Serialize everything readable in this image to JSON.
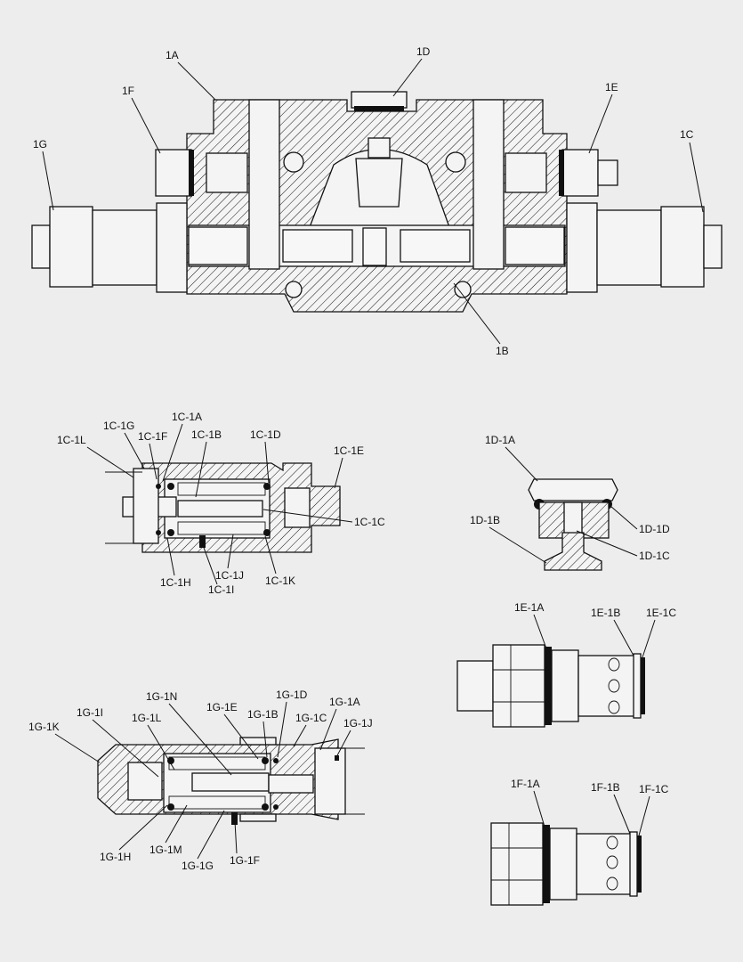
{
  "main_assembly": {
    "labels": [
      "1A",
      "1B",
      "1C",
      "1D",
      "1E",
      "1F",
      "1G"
    ]
  },
  "detail_1C": {
    "labels": [
      "1C-1A",
      "1C-1B",
      "1C-1C",
      "1C-1D",
      "1C-1E",
      "1C-1F",
      "1C-1G",
      "1C-1H",
      "1C-1I",
      "1C-1J",
      "1C-1K",
      "1C-1L"
    ]
  },
  "detail_1D": {
    "labels": [
      "1D-1A",
      "1D-1B",
      "1D-1C",
      "1D-1D"
    ]
  },
  "detail_1E": {
    "labels": [
      "1E-1A",
      "1E-1B",
      "1E-1C"
    ]
  },
  "detail_1G": {
    "labels": [
      "1G-1A",
      "1G-1B",
      "1G-1C",
      "1G-1D",
      "1G-1E",
      "1G-1F",
      "1G-1G",
      "1G-1H",
      "1G-1I",
      "1G-1J",
      "1G-1K",
      "1G-1L",
      "1G-1M",
      "1G-1N"
    ]
  },
  "detail_1F": {
    "labels": [
      "1F-1A",
      "1F-1B",
      "1F-1C"
    ]
  },
  "colors": {
    "background": "#ededed",
    "line": "#111111",
    "part_fill": "#f4f4f4",
    "seal": "#111111"
  }
}
